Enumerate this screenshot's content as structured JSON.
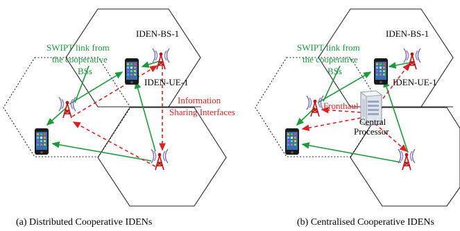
{
  "panel_a": {
    "caption": "(a) Distributed Cooperative IDENs",
    "bs_label": "IDEN-BS-1",
    "ue_label": "IDEN-UE-1",
    "swipt_label": [
      "SWIPT link from",
      "the cooperative",
      "BSs"
    ],
    "info_label": [
      "Information",
      "Sharing Interfaces"
    ]
  },
  "panel_b": {
    "caption": "(b) Centralised Cooperative IDENs",
    "bs_label": "IDEN-BS-1",
    "ue_label": "IDEN-UE-1",
    "swipt_label": [
      "SWIPT link from",
      "the cooperative",
      "BSs"
    ],
    "fronthaul_label": "Fronthaul",
    "cp_label": [
      "Central",
      "Processor"
    ]
  },
  "colors": {
    "swipt_link": "#1a9a3a",
    "info_link": "#e02020",
    "hex_border": "#222222"
  },
  "icons": [
    "base-station-tower-icon",
    "smartphone-icon",
    "server-icon"
  ]
}
